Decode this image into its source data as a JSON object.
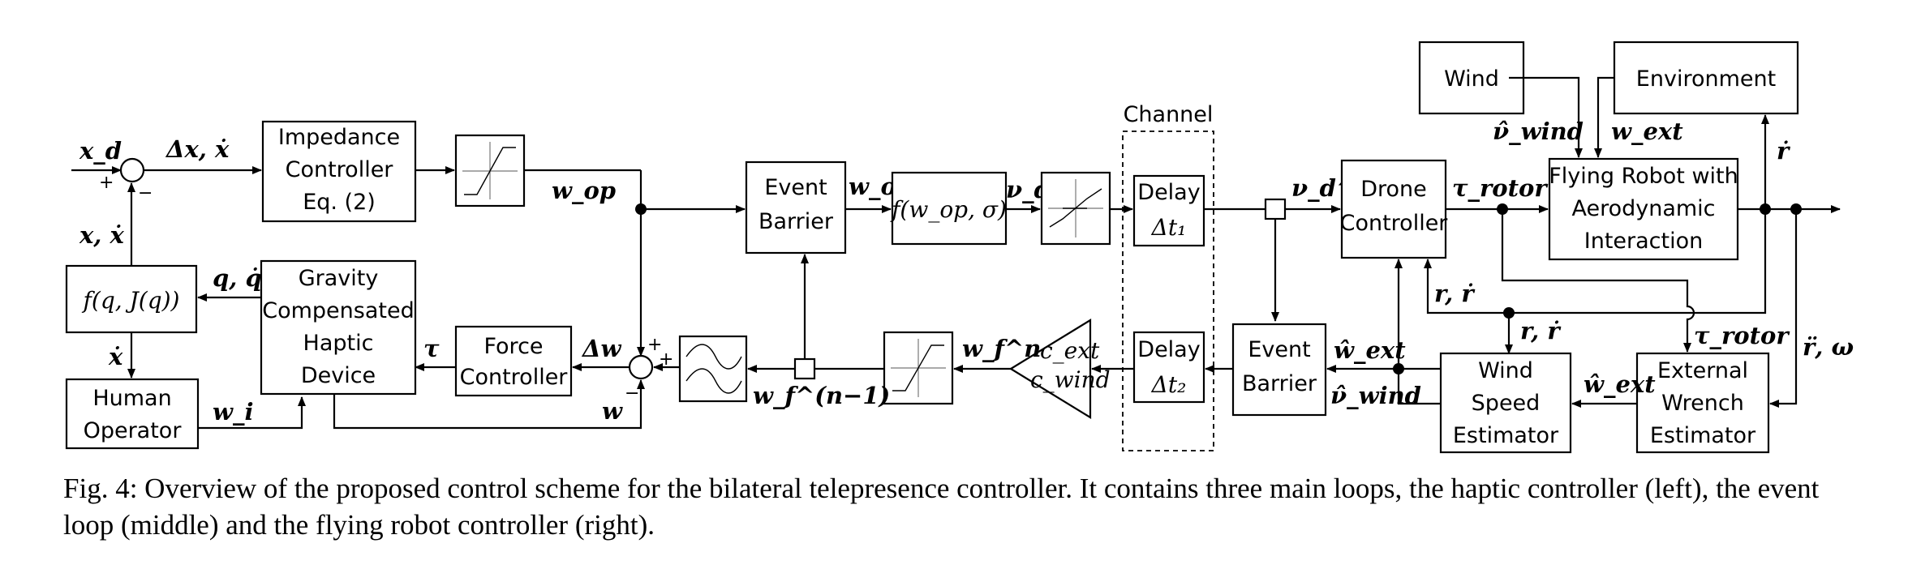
{
  "blocks": {
    "impedance": [
      "Impedance",
      "Controller",
      "Eq. (2)"
    ],
    "gravity": [
      "Gravity",
      "Compensated",
      "Haptic",
      "Device"
    ],
    "force": [
      "Force",
      "Controller"
    ],
    "human": [
      "Human",
      "Operator"
    ],
    "fq": "f(q, J(q))",
    "event_barrier_top": [
      "Event",
      "Barrier"
    ],
    "fwop": "f(w_op, σ)",
    "channel": "Channel",
    "delay1": [
      "Delay",
      "Δt₁"
    ],
    "delay2": [
      "Delay",
      "Δt₂"
    ],
    "event_barrier_bottom": [
      "Event",
      "Barrier"
    ],
    "drone": [
      "Drone",
      "Controller"
    ],
    "wind": "Wind",
    "environment": "Environment",
    "flying_robot": [
      "Flying Robot with",
      "Aerodynamic",
      "Interaction"
    ],
    "wind_speed": [
      "Wind",
      "Speed",
      "Estimator"
    ],
    "external_wrench": [
      "External",
      "Wrench",
      "Estimator"
    ],
    "combiner": [
      "c_ext",
      "c_wind"
    ]
  },
  "signals": {
    "xd": "x_d",
    "dx": "Δx, ẋ",
    "xxdot": "x, ẋ",
    "wop": "w_op",
    "qqdot": "q, q̇",
    "tau": "τ",
    "dw": "Δw",
    "xdot": "ẋ",
    "wi": "w_i",
    "w": "w",
    "wop_n": "w_op^n",
    "nud_n": "ν_d^n",
    "wf_n": "w_f^n",
    "wf_n1": "w_f^(n−1)",
    "nud_n1": "ν_d^(n−1)",
    "tau_rotor": "τ_rotor",
    "tau_rotor2": "τ_rotor",
    "nu_wind": "ν̂_wind",
    "w_ext": "w_ext",
    "rdot": "ṙ",
    "rrdot": "r, ṙ",
    "rrdot2": "r, ṙ",
    "w_ext_hat": "ŵ_ext",
    "w_ext_hat2": "ŵ_ext",
    "nu_wind_hat": "ν̂_wind",
    "rddot": "r̈, ω"
  },
  "signs": {
    "plus_left": "+",
    "minus_left": "−",
    "plus_top": "+",
    "plus_right": "+",
    "minus_bottom": "−"
  },
  "caption": {
    "text": "Fig. 4: Overview of the proposed control scheme for the bilateral telepresence controller. It contains three main loops, the haptic controller (left), the event loop (middle) and the flying robot controller (right)."
  }
}
